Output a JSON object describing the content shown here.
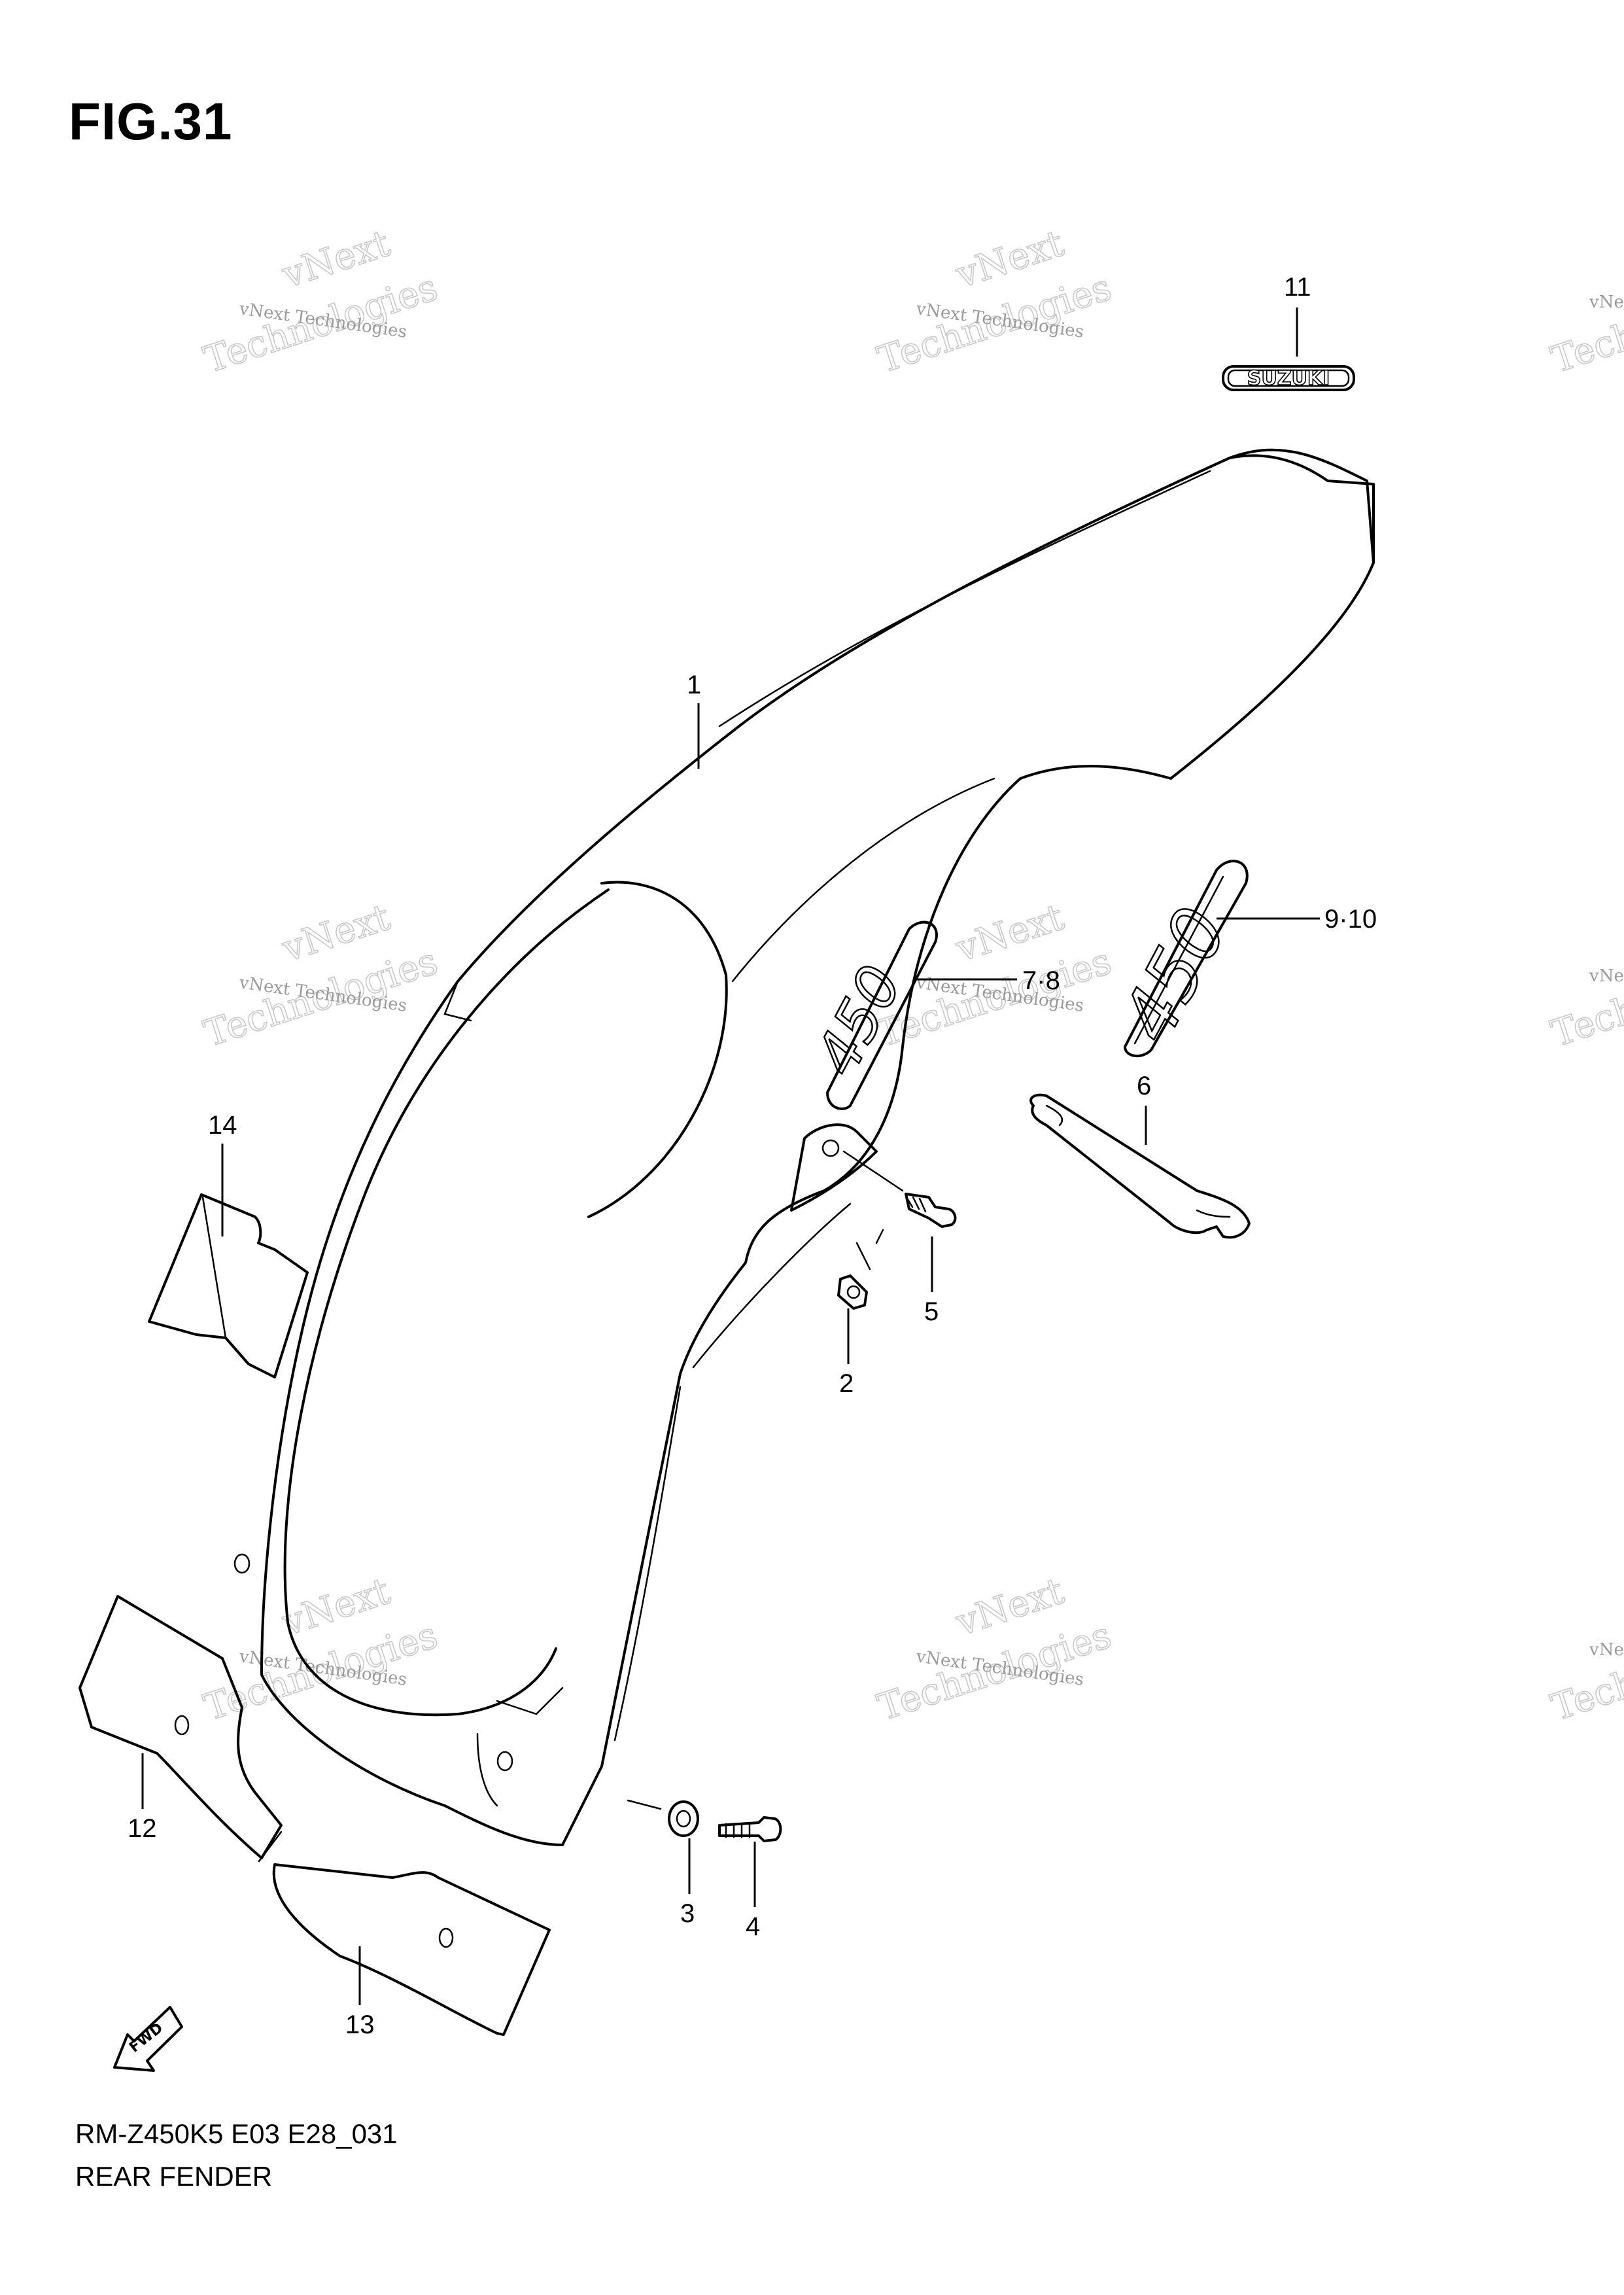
{
  "figure": {
    "title": "FIG.31"
  },
  "footer": {
    "code": "RM-Z450K5 E03 E28_031",
    "name": "REAR FENDER"
  },
  "watermark": {
    "line1": "vNext Technologies",
    "line2": "vNext",
    "line3": "Technologies"
  },
  "decals": {
    "brand": "SUZUKI",
    "model": "450",
    "fwd": "FWD"
  },
  "callouts": [
    {
      "id": "c1",
      "label": "1"
    },
    {
      "id": "c2",
      "label": "2"
    },
    {
      "id": "c3",
      "label": "3"
    },
    {
      "id": "c4",
      "label": "4"
    },
    {
      "id": "c5",
      "label": "5"
    },
    {
      "id": "c6",
      "label": "6"
    },
    {
      "id": "c7",
      "label": "7·8"
    },
    {
      "id": "c9",
      "label": "9·10"
    },
    {
      "id": "c11",
      "label": "11"
    },
    {
      "id": "c12",
      "label": "12"
    },
    {
      "id": "c13",
      "label": "13"
    },
    {
      "id": "c14",
      "label": "14"
    }
  ]
}
